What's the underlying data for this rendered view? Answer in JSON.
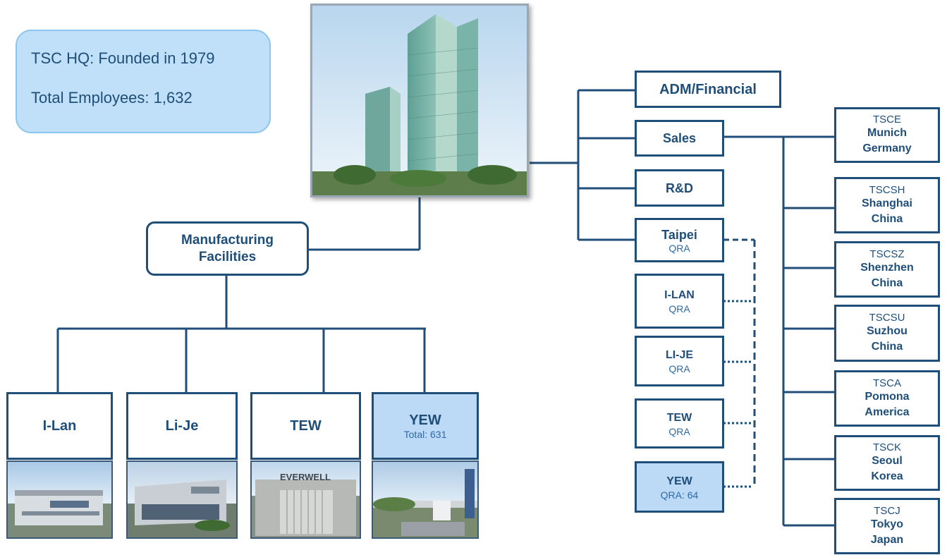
{
  "info": {
    "founded": "TSC HQ: Founded in 1979",
    "employees": "Total Employees: 1,632"
  },
  "manufacturing": {
    "label": "Manufacturing\nFacilities",
    "line1": "Manufacturing",
    "line2": "Facilities"
  },
  "plants": [
    {
      "name": "I-Lan"
    },
    {
      "name": "Li-Je"
    },
    {
      "name": "TEW",
      "photo_sign": "EVERWELL"
    },
    {
      "name": "YEW",
      "total": "Total: 631"
    }
  ],
  "departments": [
    {
      "name": "ADM/Financial"
    },
    {
      "name": "Sales"
    },
    {
      "name": "R&D"
    },
    {
      "name": "Taipei",
      "sub": "QRA"
    }
  ],
  "qra_sites": [
    {
      "name": "I-LAN",
      "sub": "QRA"
    },
    {
      "name": "LI-JE",
      "sub": "QRA"
    },
    {
      "name": "TEW",
      "sub": "QRA"
    },
    {
      "name": "YEW",
      "sub": "QRA: 64"
    }
  ],
  "sales_offices": [
    {
      "code": "TSCE",
      "city": "Munich",
      "country": "Germany"
    },
    {
      "code": "TSCSH",
      "city": "Shanghai",
      "country": "China"
    },
    {
      "code": "TSCSZ",
      "city": "Shenzhen",
      "country": "China"
    },
    {
      "code": "TSCSU",
      "city": "Suzhou",
      "country": "China"
    },
    {
      "code": "TSCA",
      "city": "Pomona",
      "country": "America"
    },
    {
      "code": "TSCK",
      "city": "Seoul",
      "country": "Korea"
    },
    {
      "code": "TSCJ",
      "city": "Tokyo",
      "country": "Japan"
    }
  ],
  "colors": {
    "primary": "#1f4e79",
    "highlight": "#bcd9f5",
    "info_bg": "#bfe0f8"
  }
}
